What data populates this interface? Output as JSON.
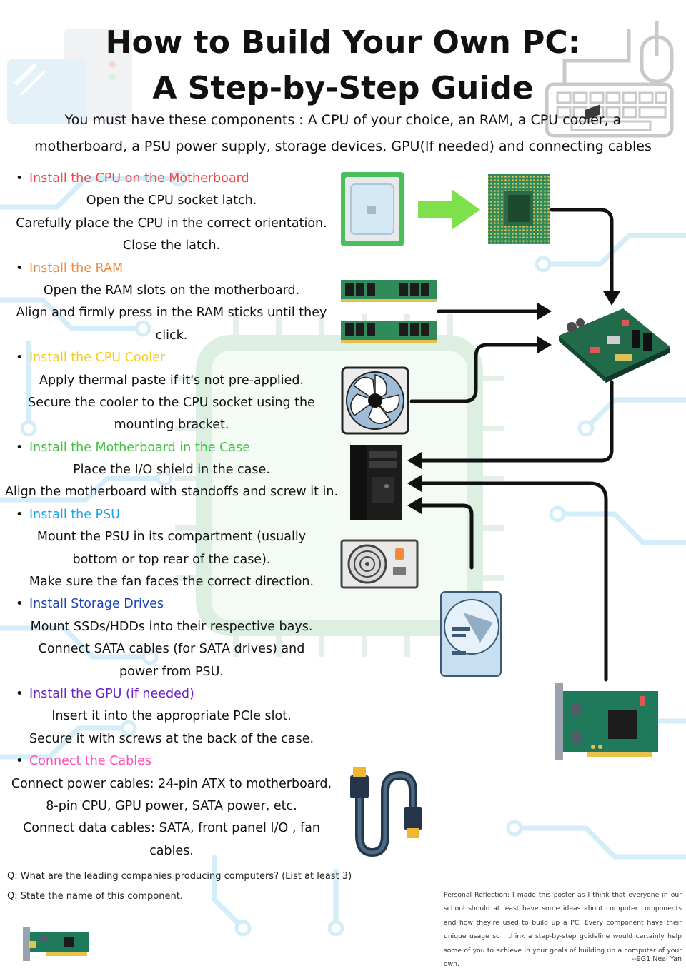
{
  "title": {
    "line1": "How to Build Your Own PC:",
    "line2": "A Step-by-Step Guide"
  },
  "intro": {
    "line1": "You must have these components : A CPU of your choice, an RAM, a CPU cooler, a",
    "line2": "motherboard, a PSU power supply, storage devices, GPU(If needed) and connecting cables"
  },
  "steps": [
    {
      "heading": "Install the CPU on the Motherboard",
      "color": "#f0484a",
      "lines": [
        "Open the CPU socket latch.",
        "Carefully place the CPU in the correct orientation.",
        "Close the latch."
      ]
    },
    {
      "heading": "Install the RAM",
      "color": "#f08a3c",
      "lines": [
        "Open the RAM slots on the motherboard.",
        "Align and firmly press in the RAM sticks until they",
        "click."
      ]
    },
    {
      "heading": "Install the CPU Cooler",
      "color": "#f2cc1a",
      "lines": [
        "Apply thermal paste if it's not pre-applied.",
        "Secure the cooler to the CPU socket using the",
        "mounting bracket."
      ]
    },
    {
      "heading": "Install the Motherboard in the Case",
      "color": "#3cc23c",
      "lines": [
        "Place the I/O shield in the case.",
        "Align the motherboard with standoffs and screw it in."
      ]
    },
    {
      "heading": "Install the PSU",
      "color": "#1fa3e8",
      "lines": [
        "Mount the PSU in its compartment (usually",
        "bottom or top rear of the case).",
        "Make sure the fan faces the correct direction."
      ]
    },
    {
      "heading": "Install Storage Drives",
      "color": "#1a44b8",
      "lines": [
        "Mount SSDs/HDDs into their respective bays.",
        "Connect SATA cables (for SATA drives) and",
        "power from PSU."
      ]
    },
    {
      "heading": "Install the GPU (if needed)",
      "color": "#6a22c8",
      "lines": [
        "Insert it into the appropriate PCIe slot.",
        "Secure it with screws at the back of the case."
      ]
    },
    {
      "heading": "Connect the Cables",
      "color": "#ff4fb8",
      "lines": [
        "Connect power cables: 24-pin ATX to motherboard,",
        "8-pin CPU, GPU power, SATA power, etc.",
        "Connect data cables: SATA, front panel I/O , fan",
        "cables."
      ]
    }
  ],
  "questions": {
    "q1": "Q: What are the leading companies producing computers? (List at least 3)",
    "q2": "Q: State the name of this component."
  },
  "reflection": "Personal Reflection: I made this poster as I think that everyone in our school should at least have some ideas about computer components and how they're used to build up a PC. Every component have their unique usage so I think a step-by-step guideline would certainly help some of you to achieve in your goals of building up a computer of your own.",
  "signature": "--9G1 Neal Yan",
  "icons": [
    "cpu-chip-icon",
    "arrow-right-icon",
    "cpu-socket-icon",
    "ram-stick-icon",
    "cooler-fan-icon",
    "motherboard-icon",
    "pc-case-icon",
    "psu-icon",
    "hard-drive-icon",
    "gpu-card-icon",
    "cable-connector-icon",
    "keyboard-icon",
    "mouse-icon",
    "monitor-icon",
    "expansion-card-icon"
  ]
}
